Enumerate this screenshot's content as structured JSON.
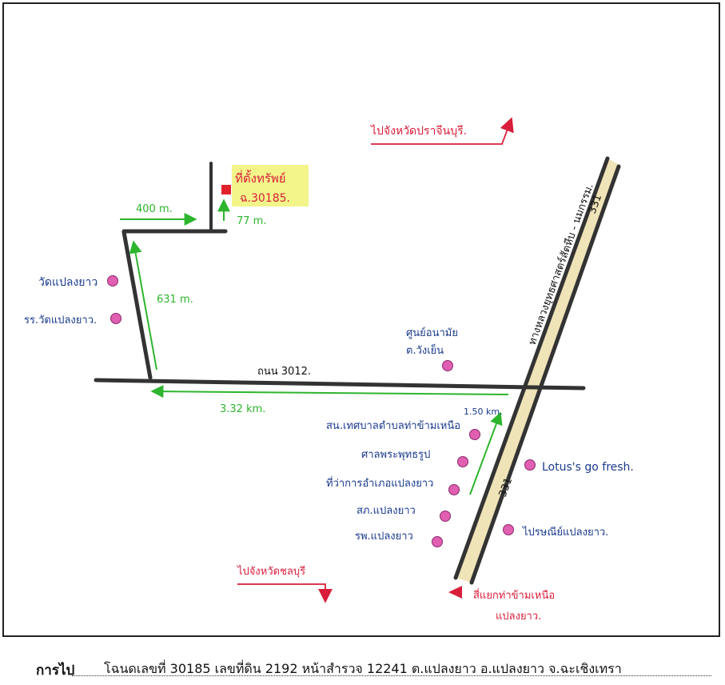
{
  "roads": {
    "road_3012": "ถนน 3012.",
    "highway_331_top": "331",
    "highway_331_bottom": "331",
    "highway_name": "ทางหลวงยุทธศาสตร์สัตหีบ - นมกรรม."
  },
  "distances": {
    "d_400": "400 m.",
    "d_631": "631 m.",
    "d_332": "3.32 km.",
    "d_150": "1.50 km.",
    "d_77": "77 m."
  },
  "destinations": {
    "prachinburi": "ไปจังหวัดปราจีนบุรี.",
    "chonburi": "ไปจังหวัดชลบุรี",
    "intersection_line1": "สี่แยกท่าข้ามเหนือ",
    "intersection_line2": "แปลงยาว."
  },
  "subject": {
    "line1": "ที่ตั้งทรัพย์",
    "line2": "ฉ.30185."
  },
  "landmarks": {
    "wat": "วัดแปลงยาว",
    "wat_school": "รร.วัดแปลงยาว.",
    "health_center_line1": "ศูนย์อนามัย",
    "health_center_line2": "ต.วังเย็น",
    "municipality": "สน.เทศบาลตำบลท่าข้ามเหนือ",
    "temple": "ศาลพระพุทธรูป",
    "district_office": "ที่ว่าการอำเภอแปลงยาว",
    "police": "สภ.แปลงยาว",
    "hospital": "รพ.แปลงยาว",
    "lotus": "Lotus's go fresh.",
    "post_office": "ไปรษณีย์แปลงยาว."
  },
  "caption": {
    "label": "การไป",
    "text": "โฉนดเลขที่ 30185 เลขที่ดิน 2192 หน้าสำรวจ 12241 ต.แปลงยาว อ.แปลงยาว จ.ฉะเชิงเทรา"
  },
  "colors": {
    "road": "#333333",
    "highway_fill": "#efe3b8",
    "route_arrow": "#2db52d",
    "landmark_dot": "#e05fb0",
    "landmark_text": "#1a3a8c",
    "destination_text": "#d81e3a",
    "subject_marker": "#e0202a",
    "subject_highlight": "#f3f58a"
  }
}
